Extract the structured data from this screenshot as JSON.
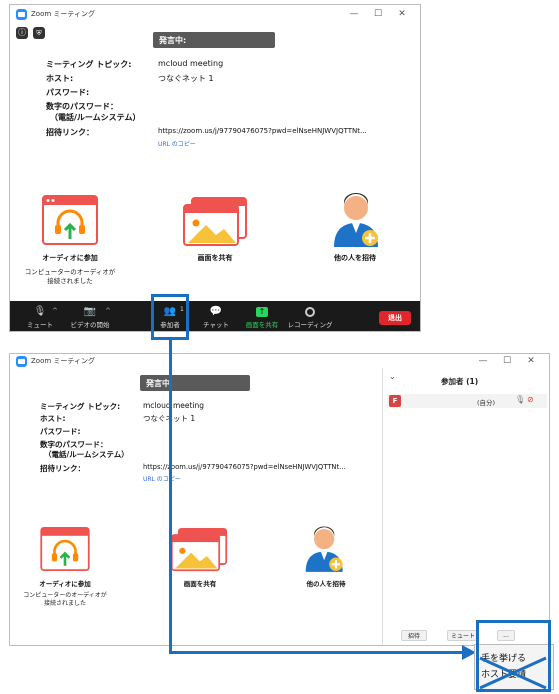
{
  "window1": {
    "title": "Zoom ミーティング",
    "controls": [
      "—",
      "☐",
      "✕"
    ],
    "speaking_banner": "発言中:",
    "info": {
      "topic_label": "ミーティング トピック:",
      "topic_value": "mcloud meeting",
      "host_label": "ホスト:",
      "host_value": "つなぐネット 1",
      "password_label": "パスワード:",
      "numeric_pw_label_1": "数字のパスワード：",
      "numeric_pw_label_2": "（電話/ルームシステム）",
      "invite_label": "招待リンク：",
      "invite_url": "https://zoom.us/j/97790476075?pwd=elNseHNJWVJQTTNt...",
      "copy_url": "URL のコピー"
    },
    "tiles": {
      "audio_caption": "オーディオに参加",
      "audio_sub_1": "コンピューターのオーディオが",
      "audio_sub_2": "接続されました",
      "share_caption": "画面を共有",
      "invite_caption": "他の人を招待"
    },
    "toolbar": {
      "mute": "ミュート",
      "video": "ビデオの開始",
      "participants": "参加者",
      "participants_count": "1",
      "chat": "チャット",
      "share": "画面を共有",
      "record": "レコーディング",
      "leave": "退出"
    }
  },
  "window2": {
    "title": "Zoom ミーティング",
    "controls": [
      "—",
      "☐",
      "✕"
    ],
    "speaking_banner": "発言中",
    "info": {
      "topic_label": "ミーティング トピック:",
      "topic_value": "mcloud meeting",
      "host_label": "ホスト:",
      "host_value": "つなぐネット 1",
      "password_label": "パスワード:",
      "numeric_pw_label_1": "数字のパスワード：",
      "numeric_pw_label_2": "（電話/ルームシステム）",
      "invite_label": "招待リンク：",
      "invite_url": "https://zoom.us/j/97790476075?pwd=elNseHNJWVJQTTNt...",
      "copy_url": "URL のコピー"
    },
    "tiles": {
      "audio_caption": "オーディオに参加",
      "audio_sub_1": "コンピューターのオーディオが",
      "audio_sub_2": "接続されました",
      "share_caption": "画面を共有",
      "invite_caption": "他の人を招待"
    },
    "panel": {
      "collapse": "⌄",
      "title": "参加者 (1)",
      "participant_initial": "F",
      "participant_self": "(自分)",
      "invite_btn": "招待",
      "mute_btn": "ミュート",
      "more_btn": "..."
    },
    "menu": {
      "raise_hand": "手を挙げる",
      "host_item": "ホスト要請"
    }
  },
  "colors": {
    "highlight": "#1a6fc0",
    "accent_orange": "#ff8a00",
    "leave_red": "#e0252b",
    "share_green": "#2bd45e"
  }
}
